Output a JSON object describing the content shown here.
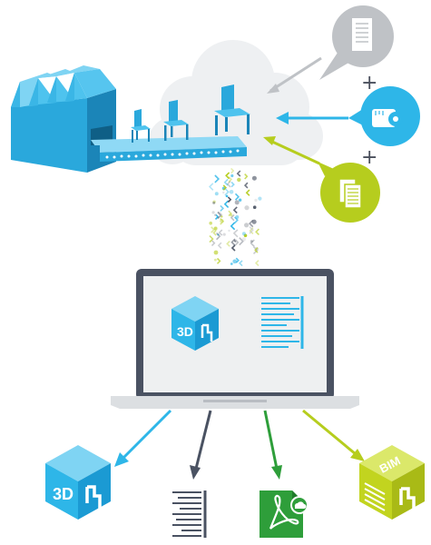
{
  "colors": {
    "factory_light": "#4ec3ee",
    "factory_mid": "#2aa8dc",
    "factory_dark": "#1b85b8",
    "cloud": "#eef0f2",
    "gray_bubble": "#bfc2c6",
    "blue_bubble": "#2eb6e8",
    "green_bubble": "#b6cd1e",
    "laptop_frame": "#4a5262",
    "laptop_screen": "#eef0f1",
    "laptop_base": "#dcdfe2",
    "arrow_blue": "#2eb6e8",
    "arrow_dark": "#4a5262",
    "arrow_green": "#2e9e3a",
    "arrow_yellow": "#b6cd1e",
    "pdf_green": "#2e9e3a",
    "bim_yellow": "#c2d41f"
  },
  "labels": {
    "plus_1": "+",
    "plus_2": "+",
    "screen_cube_text": "3D",
    "output_cube_text": "3D",
    "bim_text": "BIM"
  },
  "icons": {
    "factory": "factory-icon",
    "conveyor": "conveyor-belt-icon",
    "chairs": "chair-icon",
    "cloud": "cloud-icon",
    "document": "document-icon",
    "tape_measure": "tape-measure-icon",
    "documents": "documents-icon",
    "data_stream": "data-stream-icon",
    "laptop": "laptop-icon",
    "cube_3d": "3d-cube-icon",
    "text_lines": "text-document-icon",
    "pdf": "pdf-icon",
    "bim": "bim-cube-icon"
  }
}
